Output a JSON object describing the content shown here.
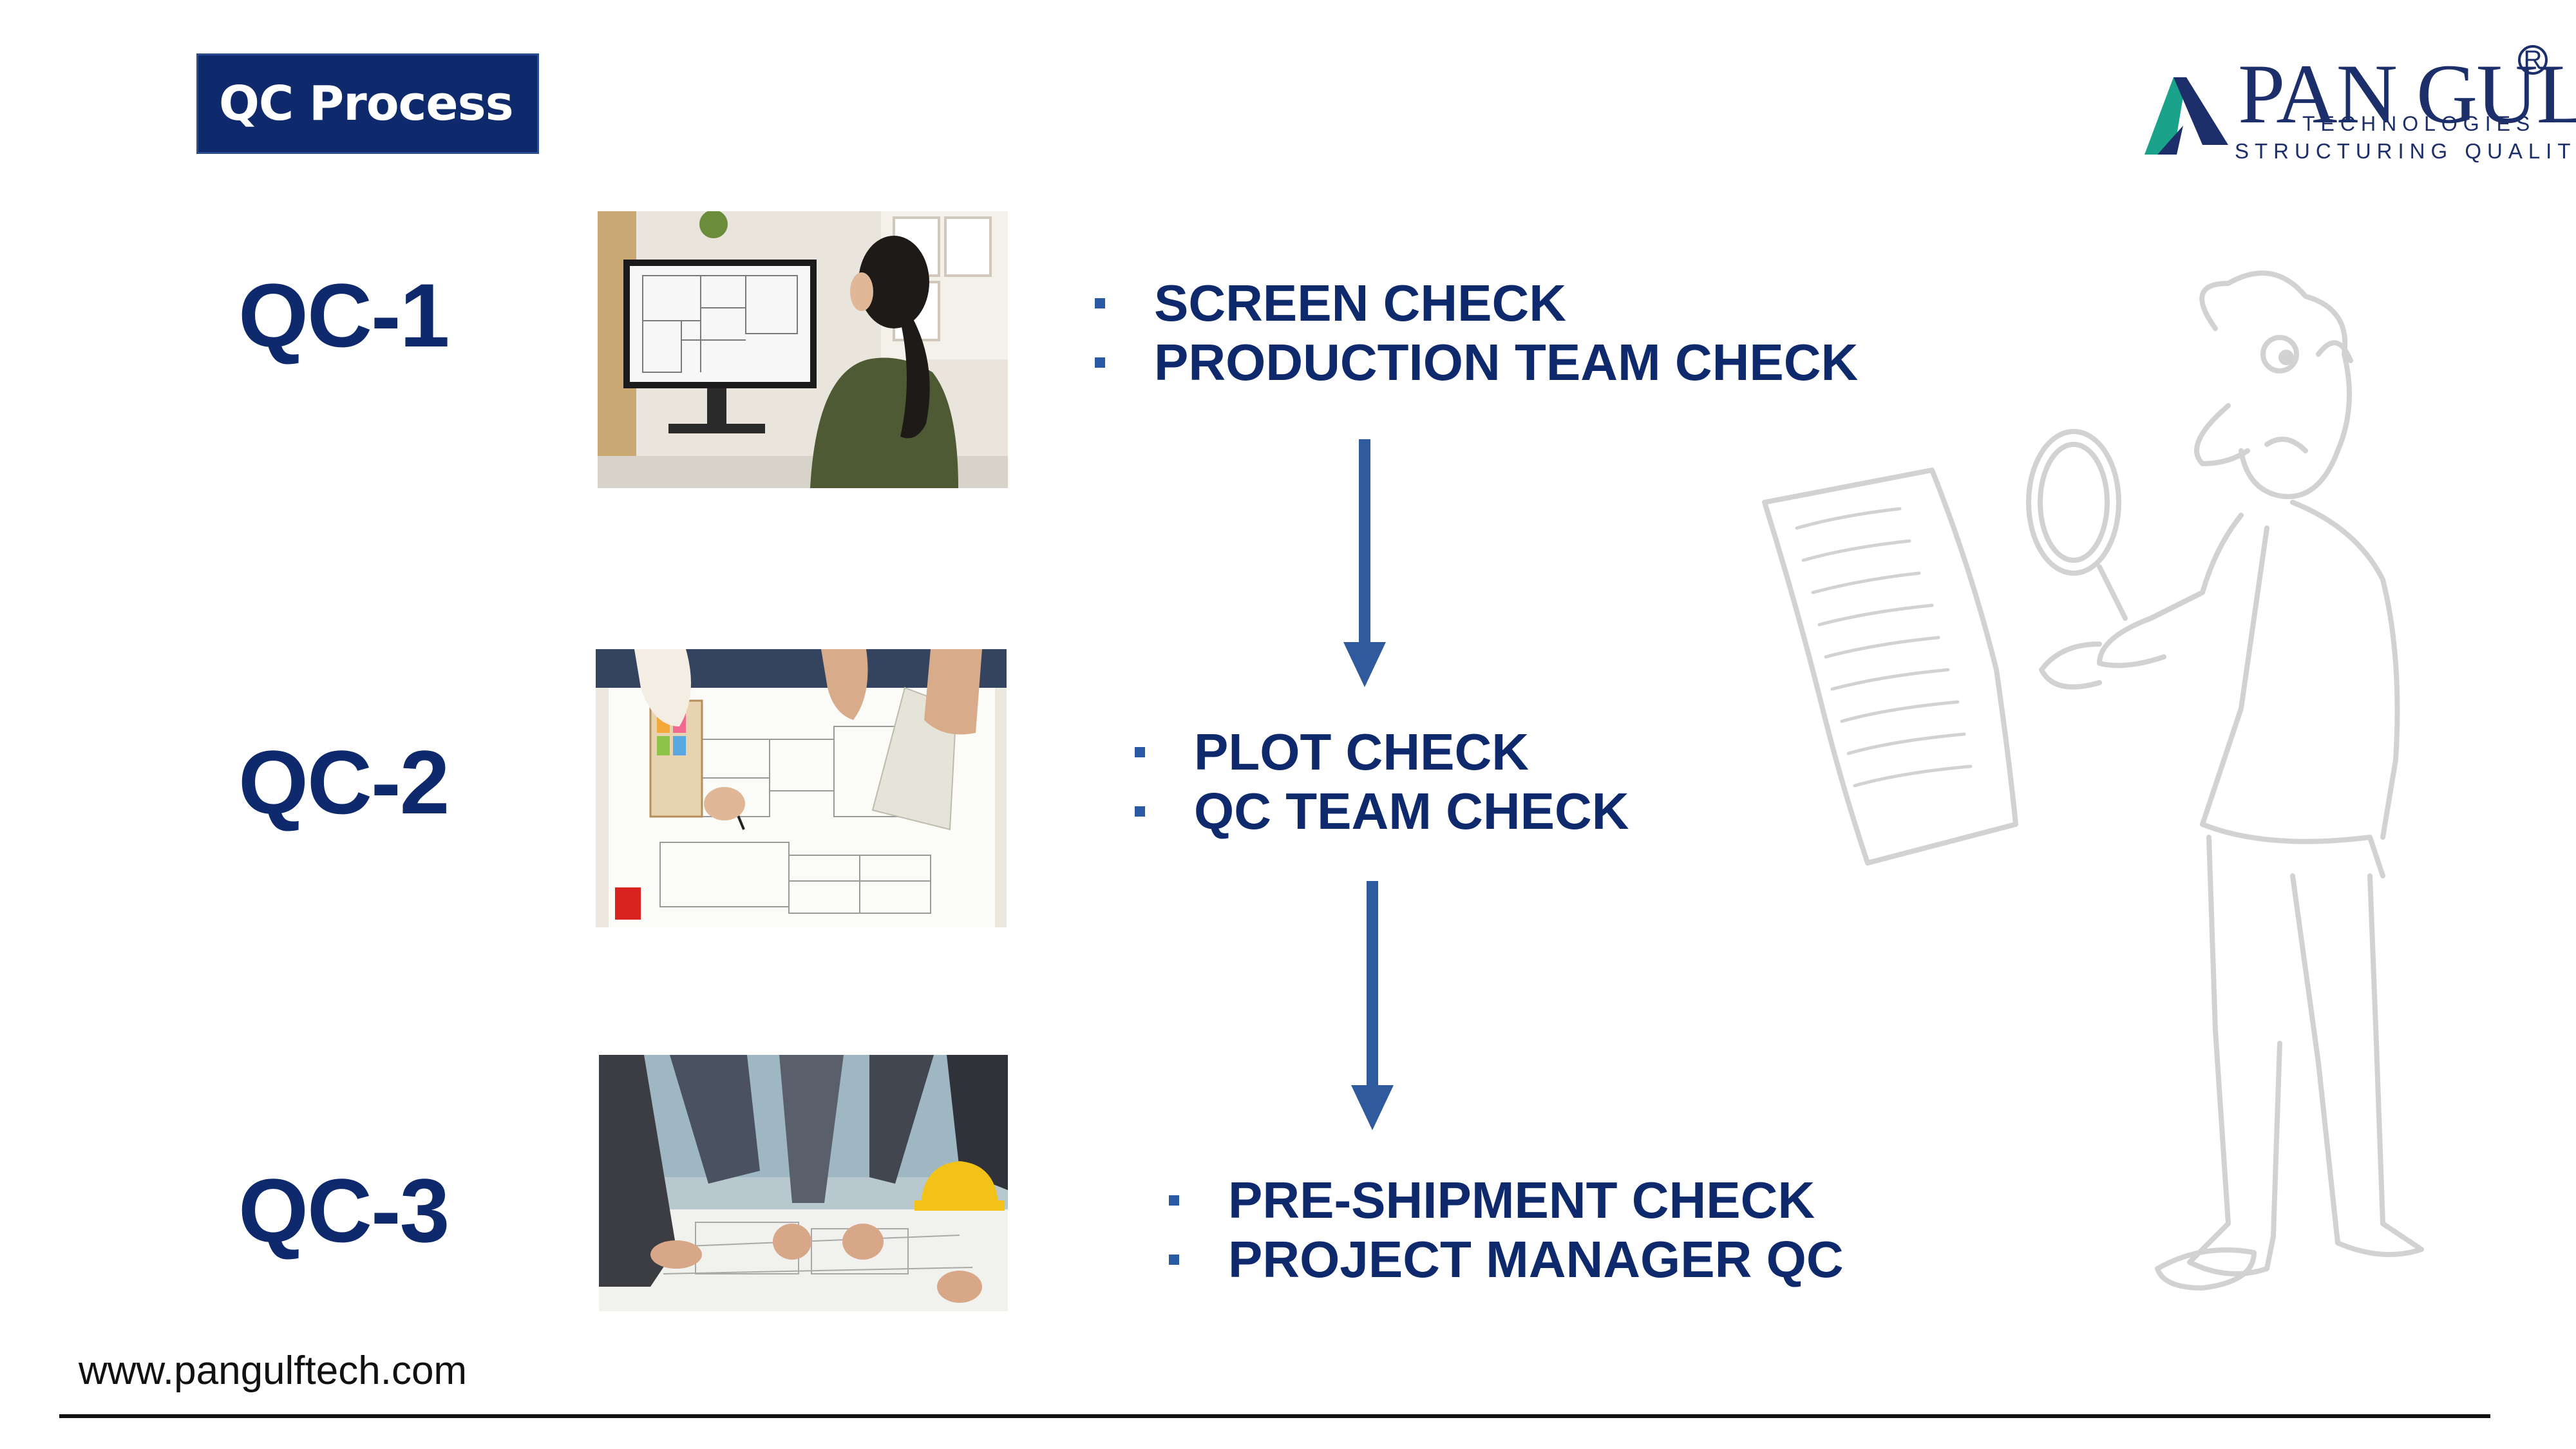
{
  "slide": {
    "title": "QC Process",
    "website": "www.pangulftech.com"
  },
  "logo": {
    "name": "PAN GULF",
    "registered": "R",
    "subtitle": "TECHNOLOGIES",
    "tagline": "STRUCTURING QUALITY"
  },
  "stages": [
    {
      "label": "QC-1",
      "checks": [
        "SCREEN CHECK",
        "PRODUCTION TEAM CHECK"
      ]
    },
    {
      "label": "QC-2",
      "checks": [
        "PLOT CHECK",
        "QC TEAM CHECK"
      ]
    },
    {
      "label": "QC-3",
      "checks": [
        "PRE-SHIPMENT CHECK",
        "PROJECT MANAGER QC"
      ]
    }
  ],
  "colors": {
    "navy": "#0e2a6d",
    "arrow_blue": "#2f5b9e",
    "bullet_blue": "#2a5aa3",
    "logo_teal": "#1aa38a"
  },
  "icons": {
    "arrow": "down-arrow-icon",
    "bullet": "square-bullet-icon"
  }
}
